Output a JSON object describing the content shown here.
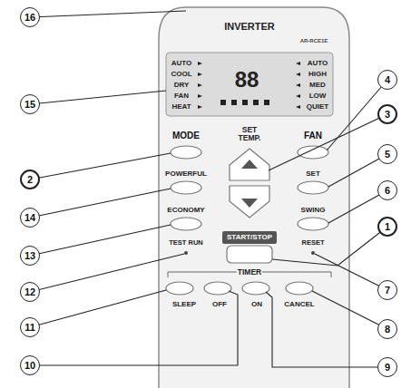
{
  "diagram": {
    "nodes": [
      {
        "text": [
          "16"
        ]
      },
      {
        "text": [
          "15"
        ]
      },
      {
        "text": [
          "2"
        ]
      },
      {
        "text": [
          "14"
        ]
      },
      {
        "text": [
          "13"
        ]
      },
      {
        "text": [
          "12"
        ]
      },
      {
        "text": [
          "11"
        ]
      },
      {
        "text": [
          "10"
        ]
      },
      {
        "text": [
          "4"
        ]
      },
      {
        "text": [
          "3"
        ]
      },
      {
        "text": [
          "5"
        ]
      },
      {
        "text": [
          "6"
        ]
      },
      {
        "text": [
          "1"
        ]
      },
      {
        "text": [
          "7"
        ]
      },
      {
        "text": [
          "8"
        ]
      },
      {
        "text": [
          "9"
        ]
      }
    ],
    "labels": [
      "INVERTER",
      "AR-RCE1E",
      "AUTO",
      "COOL",
      "DRY",
      "FAN",
      "HEAT",
      "88",
      "AUTO",
      "HIGH",
      "MED",
      "LOW",
      "QUIET",
      "MODE",
      "FAN",
      "SET TEMP.",
      "POWERFUL",
      "SET",
      "ECONOMY",
      "SWING",
      "START/STOP",
      "TEST RUN",
      "RESET",
      "TIMER",
      "SLEEP",
      "OFF",
      "ON",
      "CANCEL"
    ]
  }
}
